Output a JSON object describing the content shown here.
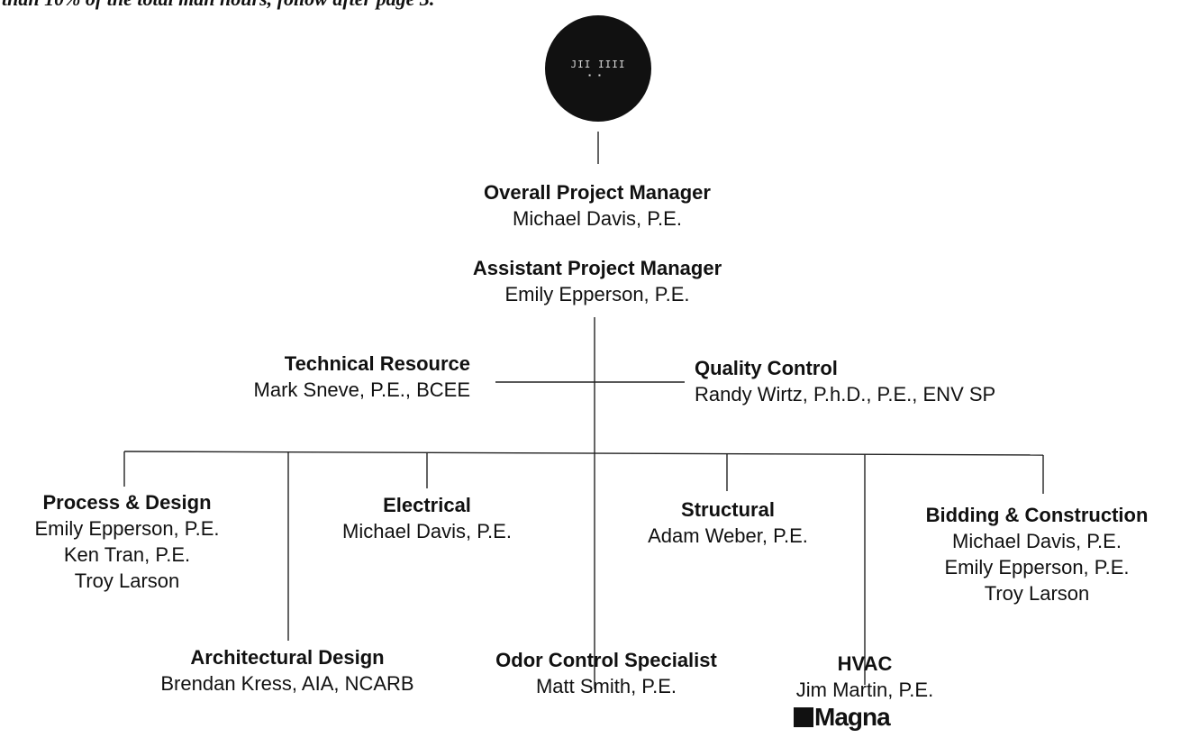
{
  "caption": "than 10% of the total man hours, follow after page 3.",
  "emblem": {
    "icon": "municipal-seal-icon",
    "mark_text": "JII IIII",
    "dots": "▪▪"
  },
  "org": {
    "overall_pm": {
      "role": "Overall Project Manager",
      "people": [
        "Michael Davis, P.E."
      ]
    },
    "assistant_pm": {
      "role": "Assistant Project Manager",
      "people": [
        "Emily Epperson, P.E."
      ]
    },
    "technical_resource": {
      "role": "Technical Resource",
      "people": [
        "Mark Sneve, P.E., BCEE"
      ]
    },
    "quality_control": {
      "role": "Quality Control",
      "people": [
        "Randy Wirtz, P.h.D., P.E., ENV SP"
      ]
    },
    "process_design": {
      "role": "Process & Design",
      "people": [
        "Emily Epperson, P.E.",
        "Ken Tran, P.E.",
        "Troy Larson"
      ]
    },
    "electrical": {
      "role": "Electrical",
      "people": [
        "Michael Davis, P.E."
      ]
    },
    "structural": {
      "role": "Structural",
      "people": [
        "Adam Weber, P.E."
      ]
    },
    "bidding_construction": {
      "role": "Bidding & Construction",
      "people": [
        "Michael Davis, P.E.",
        "Emily Epperson, P.E.",
        "Troy Larson"
      ]
    },
    "architectural_design": {
      "role": "Architectural Design",
      "people": [
        "Brendan Kress, AIA, NCARB"
      ]
    },
    "odor_control": {
      "role": "Odor Control Specialist",
      "people": [
        "Matt Smith, P.E."
      ]
    },
    "hvac": {
      "role": "HVAC",
      "people": [
        "Jim Martin, P.E."
      ]
    }
  },
  "logo": {
    "text": "Magna",
    "icon": "magna-logo-icon"
  }
}
